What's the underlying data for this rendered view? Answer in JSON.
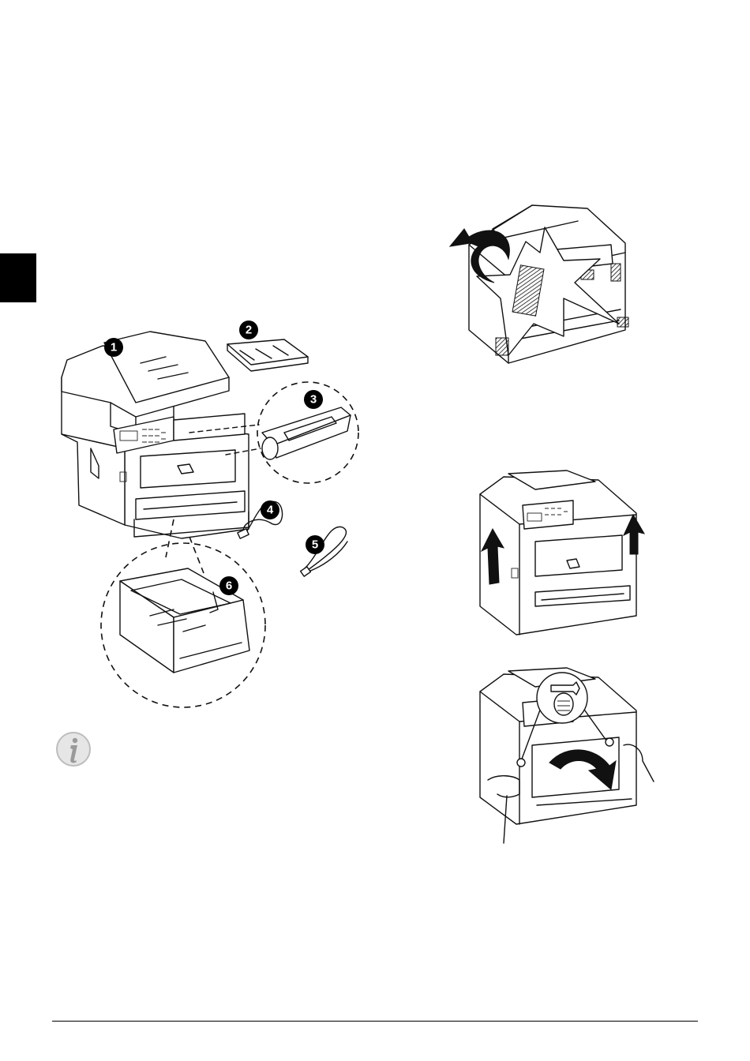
{
  "figures": {
    "components": {
      "callouts": [
        "1",
        "2",
        "3",
        "4",
        "5",
        "6"
      ]
    }
  },
  "icons": {
    "info": "info-icon"
  }
}
